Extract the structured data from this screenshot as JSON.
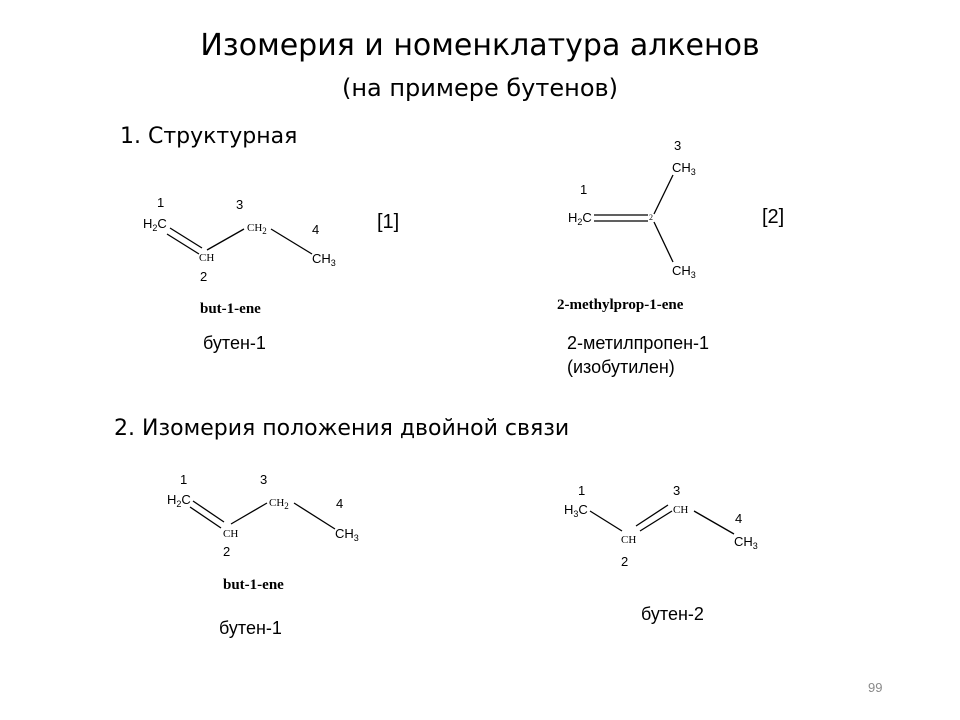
{
  "slide": {
    "title": "Изомерия и номенклатура алкенов",
    "subtitle": "(на примере бутенов)",
    "page_number": "99"
  },
  "section1": {
    "heading": "1. Структурная",
    "mol1": {
      "n1": "1",
      "n2": "2",
      "n3": "3",
      "n4": "4",
      "h2c_main": "H",
      "h2c_sub": "2",
      "h2c_end": "C",
      "ch": "CH",
      "ch2_main": "CH",
      "ch2_sub": "2",
      "ch3_main": "CH",
      "ch3_sub": "3",
      "iupac": "but-1-ene",
      "russian": "бутен-1",
      "ref": "[1]"
    },
    "mol2": {
      "n1": "1",
      "n2": "2",
      "n3": "3",
      "h2c_main": "H",
      "h2c_sub": "2",
      "h2c_end": "C",
      "ch3_main": "CH",
      "ch3_sub": "3",
      "iupac": "2-methylprop-1-ene",
      "russian": "2-метилпропен-1",
      "russian_alt": "(изобутилен)",
      "ref": "[2]"
    }
  },
  "section2": {
    "heading": "2. Изомерия положения двойной связи",
    "mol3": {
      "n1": "1",
      "n2": "2",
      "n3": "3",
      "n4": "4",
      "h2c_main": "H",
      "h2c_sub": "2",
      "h2c_end": "C",
      "ch": "CH",
      "ch2_main": "CH",
      "ch2_sub": "2",
      "ch3_main": "CH",
      "ch3_sub": "3",
      "iupac": "but-1-ene",
      "russian": "бутен-1"
    },
    "mol4": {
      "n1": "1",
      "n2": "2",
      "n3": "3",
      "n4": "4",
      "h3c_main": "H",
      "h3c_sub": "3",
      "h3c_end": "C",
      "ch": "CH",
      "ch3_main": "CH",
      "ch3_sub": "3",
      "russian": "бутен-2"
    }
  }
}
